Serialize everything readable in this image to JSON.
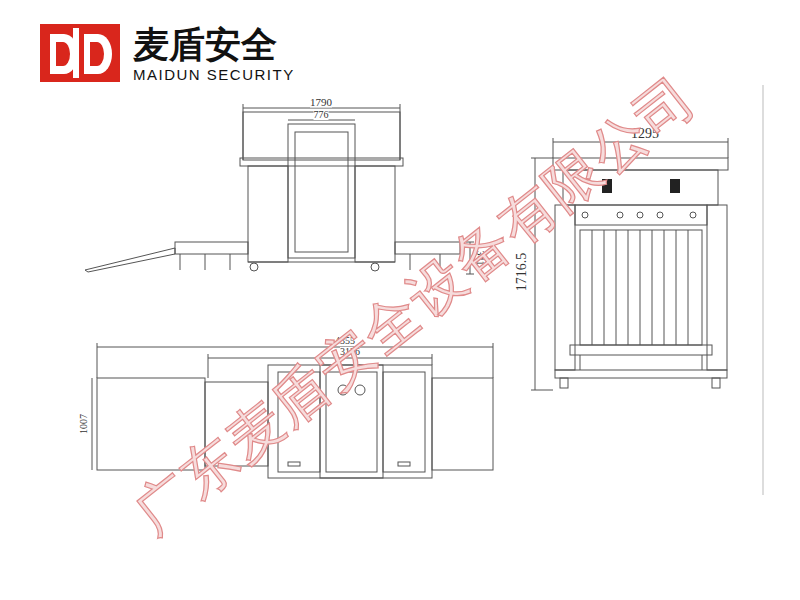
{
  "diagram": {
    "labels": [
      "麦盾安全",
      "MAIDUN SECURITY",
      "1790",
      "776",
      "341",
      "1295",
      "1716.5",
      "4355",
      "3136",
      "1007",
      "广东麦盾安全设备有限公司"
    ]
  }
}
